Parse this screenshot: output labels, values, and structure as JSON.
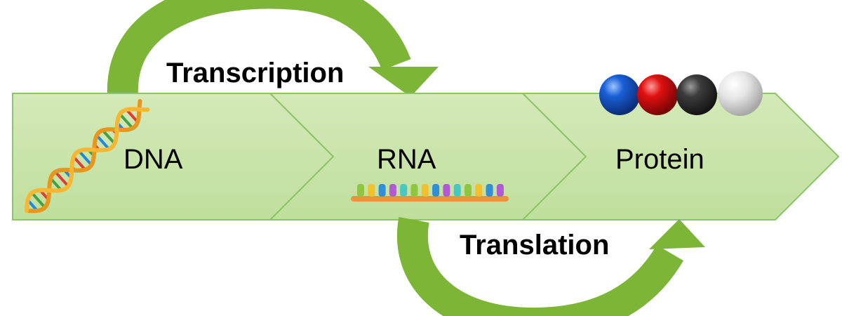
{
  "diagram": {
    "steps": [
      {
        "label": "DNA"
      },
      {
        "label": "RNA"
      },
      {
        "label": "Protein"
      }
    ],
    "processes": [
      {
        "label": "Transcription"
      },
      {
        "label": "Translation"
      }
    ],
    "colors": {
      "chevron_fill": "#c6e3a6",
      "chevron_stroke": "#8cc466",
      "arrow": "#7db637",
      "arrow_light": "#9ccf52",
      "rna_backbone": "#f0923a",
      "helix_strand": "#f5a623",
      "protein_beads": [
        "#1a5fd6",
        "#e01010",
        "#3c3c3c",
        "#e6e6e6"
      ],
      "rna_bases": [
        "#8ec63f",
        "#f2c12e",
        "#2f8fd8",
        "#b15ad6",
        "#47c9c3",
        "#8ec63f",
        "#f2c12e",
        "#2f8fd8",
        "#b15ad6",
        "#47c9c3",
        "#8ec63f",
        "#f2c12e",
        "#2f8fd8",
        "#b15ad6"
      ]
    }
  }
}
